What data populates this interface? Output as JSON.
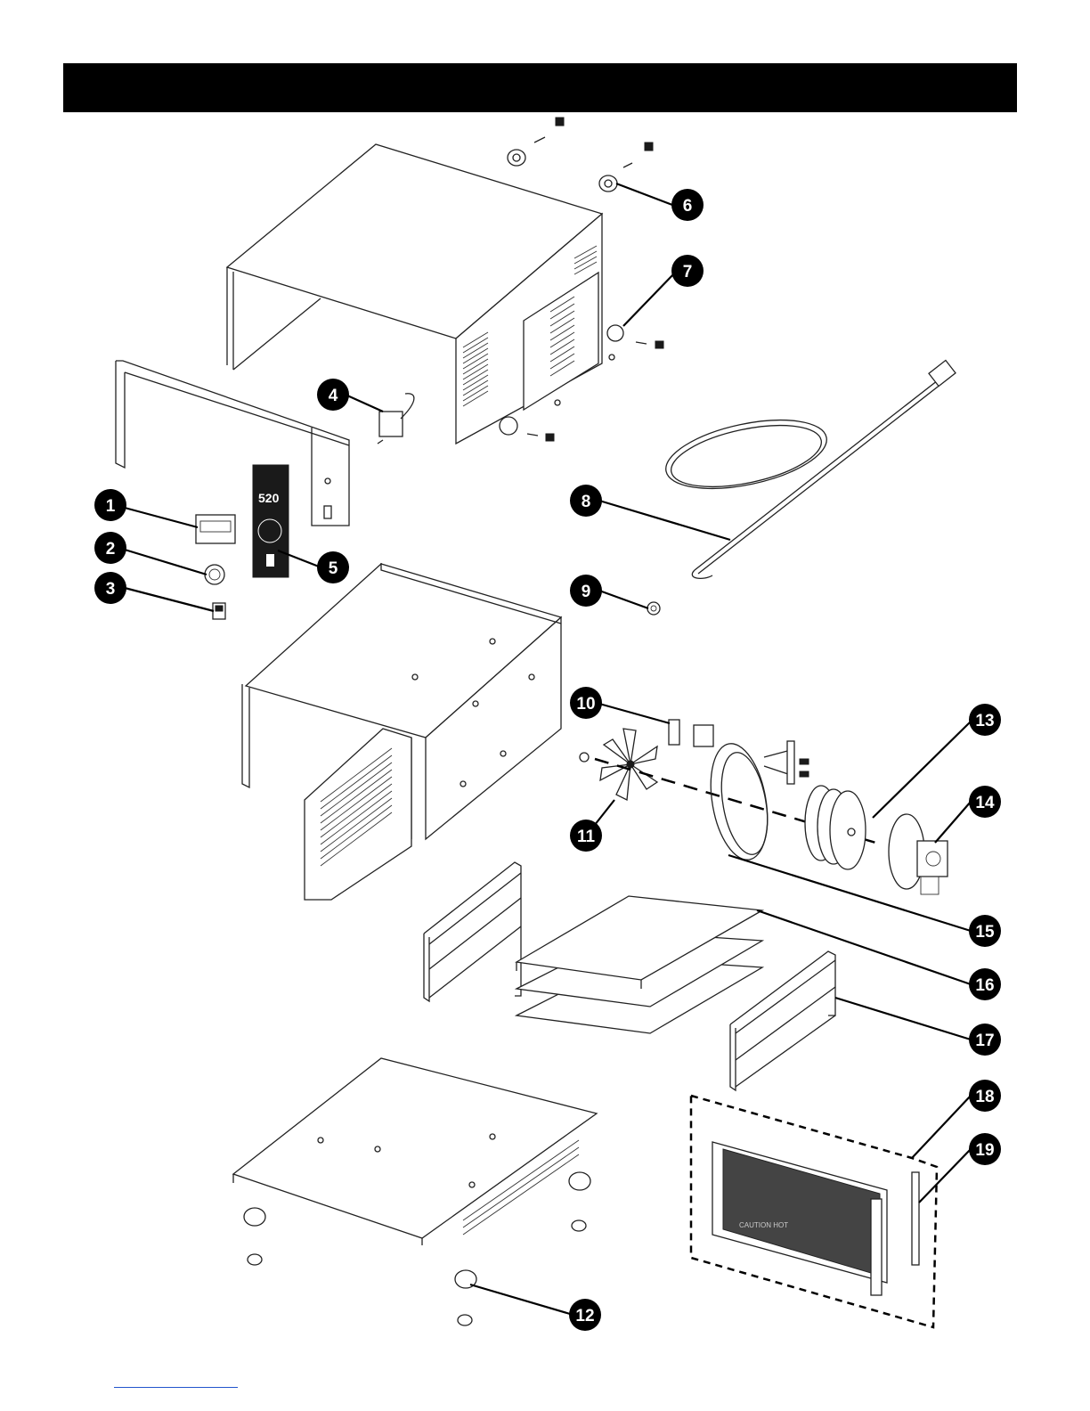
{
  "header": {
    "title": ""
  },
  "callouts": [
    {
      "num": "1"
    },
    {
      "num": "2"
    },
    {
      "num": "3"
    },
    {
      "num": "4"
    },
    {
      "num": "5"
    },
    {
      "num": "6"
    },
    {
      "num": "7"
    },
    {
      "num": "8"
    },
    {
      "num": "9"
    },
    {
      "num": "10"
    },
    {
      "num": "11"
    },
    {
      "num": "12"
    },
    {
      "num": "13"
    },
    {
      "num": "14"
    },
    {
      "num": "15"
    },
    {
      "num": "16"
    },
    {
      "num": "17"
    },
    {
      "num": "18"
    },
    {
      "num": "19"
    }
  ],
  "panel_label": "520",
  "glass_label": "CAUTION HOT",
  "colors": {
    "bar": "#000000",
    "ink": "#222222",
    "callout_fill": "#000000",
    "callout_text": "#ffffff"
  }
}
